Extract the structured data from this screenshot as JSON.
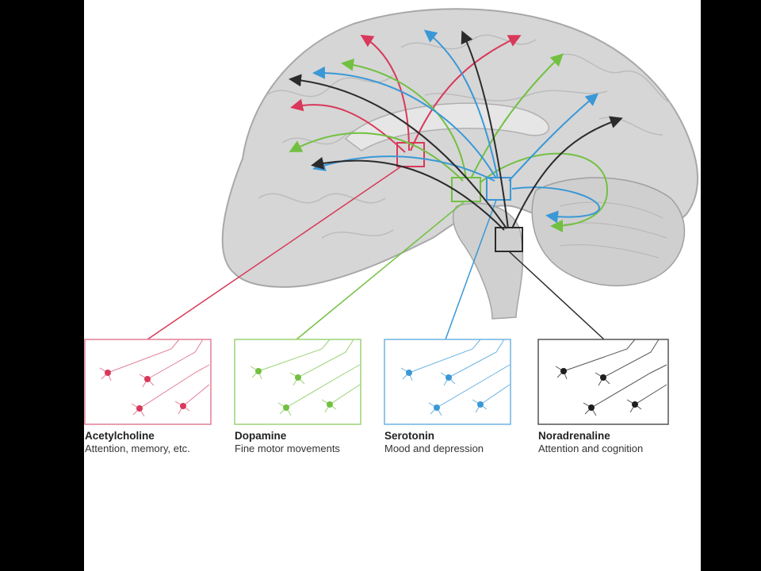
{
  "colors": {
    "acetylcholine": "#d9385a",
    "dopamine": "#72c041",
    "serotonin": "#3b98d6",
    "noradrenaline": "#2b2b2b",
    "brain_fill": "#d6d6d6",
    "brain_stroke": "#a8a8a8"
  },
  "systems": [
    {
      "key": "acetylcholine",
      "name": "Acetylcholine",
      "description": "Attention, memory, etc."
    },
    {
      "key": "dopamine",
      "name": "Dopamine",
      "description": "Fine motor movements"
    },
    {
      "key": "serotonin",
      "name": "Serotonin",
      "description": "Mood and  depression"
    },
    {
      "key": "noradrenaline",
      "name": "Noradrenaline",
      "description": "Attention and cognition"
    }
  ]
}
